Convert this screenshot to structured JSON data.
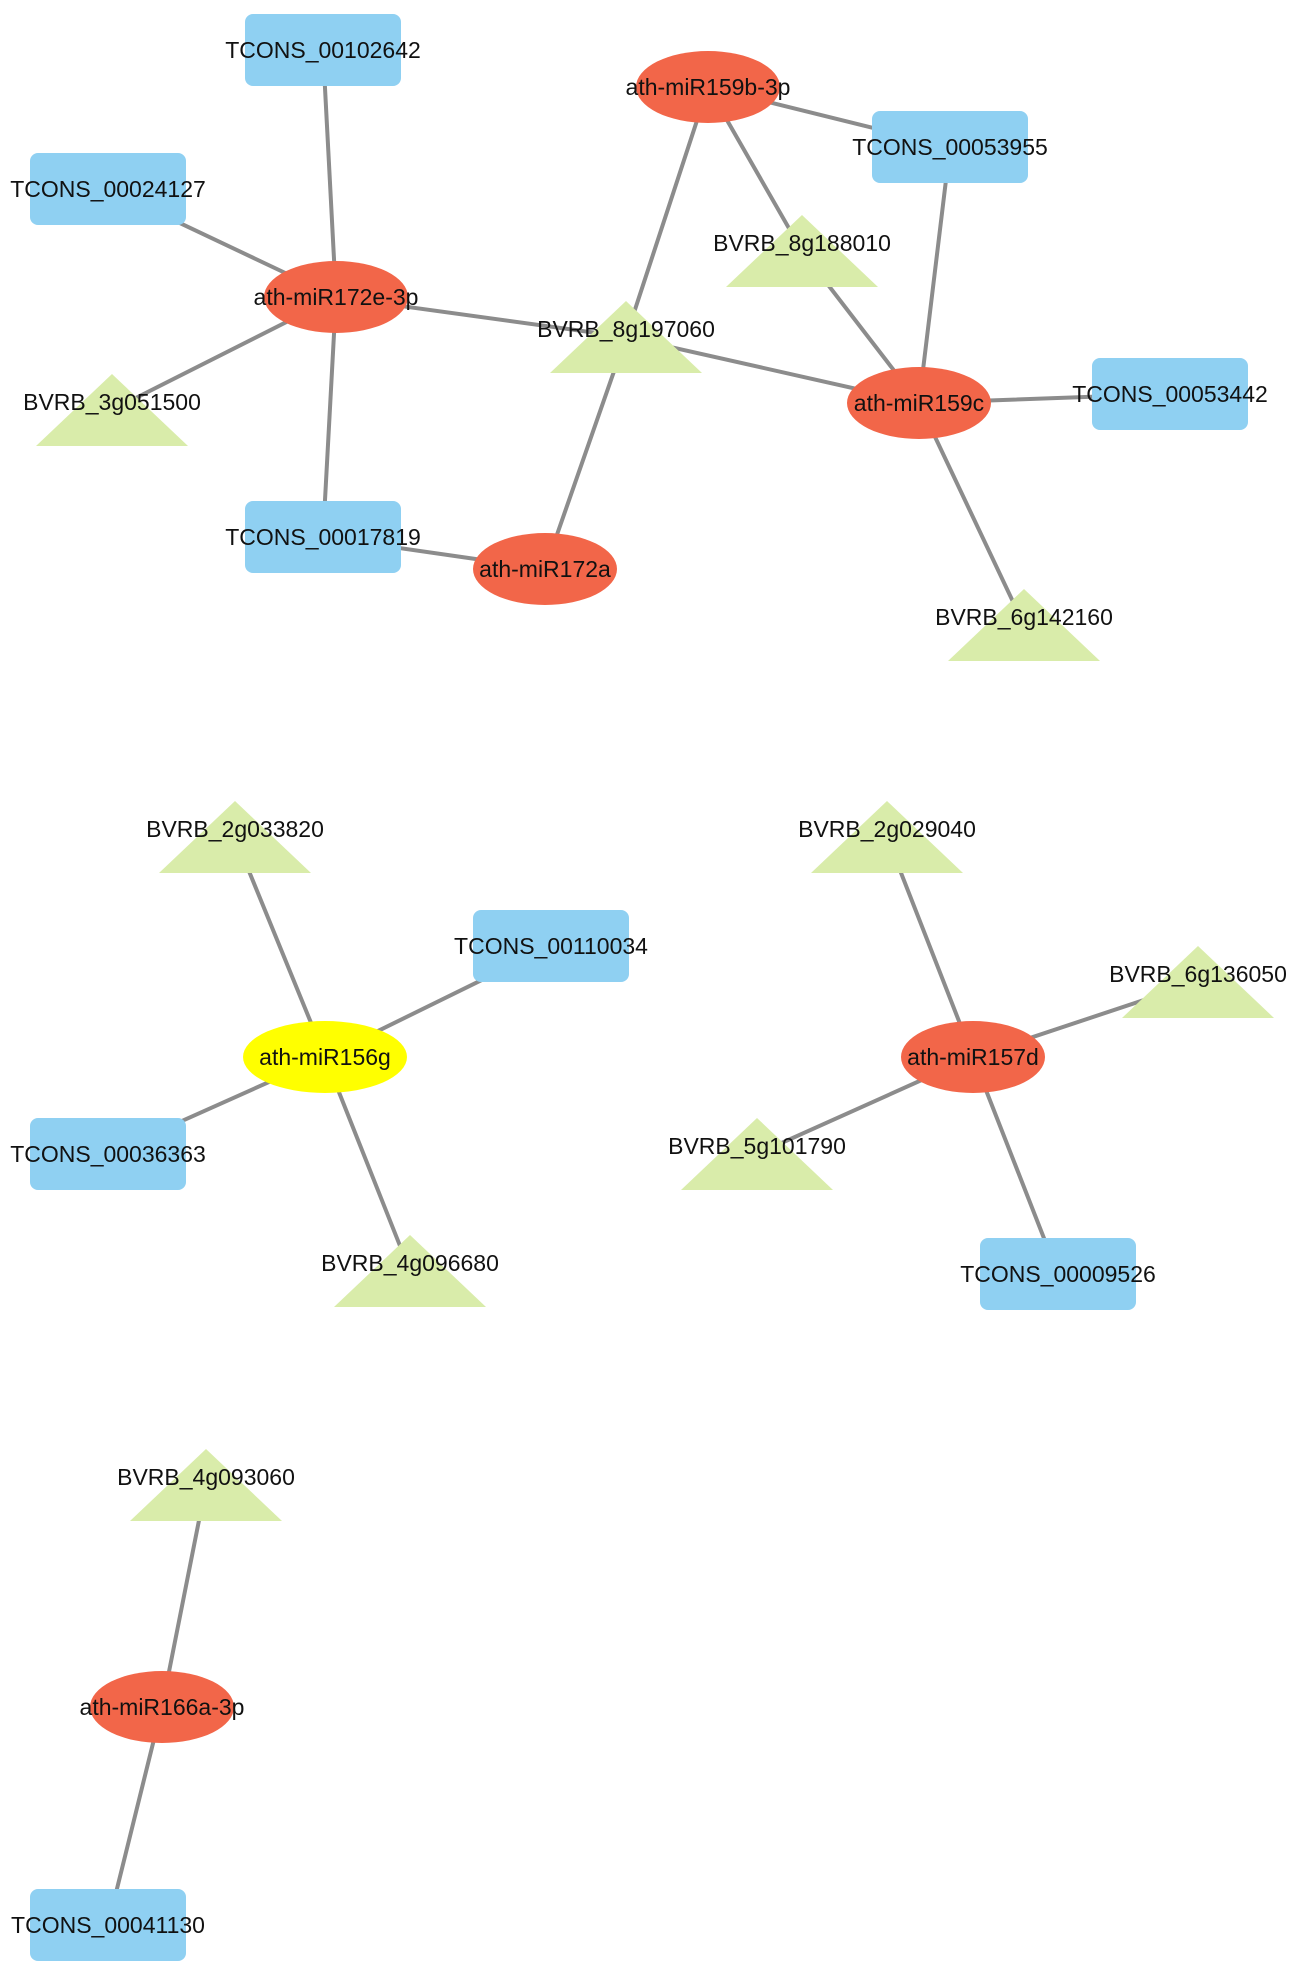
{
  "colors": {
    "mirna": "#f26649",
    "mirna_highlight": "#ffff00",
    "lncrna": "#8fd0f2",
    "gene": "#d9ecaa",
    "edge": "#8c8c8c"
  },
  "nodes": [
    {
      "id": "n1",
      "label": "TCONS_00102642",
      "type": "lncrna"
    },
    {
      "id": "n2",
      "label": "TCONS_00024127",
      "type": "lncrna"
    },
    {
      "id": "n3",
      "label": "ath-miR172e-3p",
      "type": "mirna"
    },
    {
      "id": "n4",
      "label": "BVRB_3g051500",
      "type": "gene"
    },
    {
      "id": "n5",
      "label": "TCONS_00017819",
      "type": "lncrna"
    },
    {
      "id": "n6",
      "label": "ath-miR172a",
      "type": "mirna"
    },
    {
      "id": "n7",
      "label": "BVRB_8g197060",
      "type": "gene"
    },
    {
      "id": "n8",
      "label": "ath-miR159b-3p",
      "type": "mirna"
    },
    {
      "id": "n9",
      "label": "TCONS_00053955",
      "type": "lncrna"
    },
    {
      "id": "n10",
      "label": "BVRB_8g188010",
      "type": "gene"
    },
    {
      "id": "n11",
      "label": "ath-miR159c",
      "type": "mirna"
    },
    {
      "id": "n12",
      "label": "TCONS_00053442",
      "type": "lncrna"
    },
    {
      "id": "n13",
      "label": "BVRB_6g142160",
      "type": "gene"
    },
    {
      "id": "n14",
      "label": "BVRB_2g033820",
      "type": "gene"
    },
    {
      "id": "n15",
      "label": "TCONS_00110034",
      "type": "lncrna"
    },
    {
      "id": "n16",
      "label": "ath-miR156g",
      "type": "mirna_highlight"
    },
    {
      "id": "n17",
      "label": "TCONS_00036363",
      "type": "lncrna"
    },
    {
      "id": "n18",
      "label": "BVRB_4g096680",
      "type": "gene"
    },
    {
      "id": "n19",
      "label": "BVRB_2g029040",
      "type": "gene"
    },
    {
      "id": "n20",
      "label": "BVRB_6g136050",
      "type": "gene"
    },
    {
      "id": "n21",
      "label": "ath-miR157d",
      "type": "mirna"
    },
    {
      "id": "n22",
      "label": "BVRB_5g101790",
      "type": "gene"
    },
    {
      "id": "n23",
      "label": "TCONS_00009526",
      "type": "lncrna"
    },
    {
      "id": "n24",
      "label": "BVRB_4g093060",
      "type": "gene"
    },
    {
      "id": "n25",
      "label": "ath-miR166a-3p",
      "type": "mirna"
    },
    {
      "id": "n26",
      "label": "TCONS_00041130",
      "type": "lncrna"
    }
  ],
  "edges": [
    [
      "n1",
      "n3"
    ],
    [
      "n2",
      "n3"
    ],
    [
      "n3",
      "n4"
    ],
    [
      "n3",
      "n5"
    ],
    [
      "n3",
      "n7"
    ],
    [
      "n5",
      "n6"
    ],
    [
      "n6",
      "n7"
    ],
    [
      "n7",
      "n8"
    ],
    [
      "n7",
      "n11"
    ],
    [
      "n8",
      "n9"
    ],
    [
      "n8",
      "n10"
    ],
    [
      "n10",
      "n11"
    ],
    [
      "n9",
      "n11"
    ],
    [
      "n11",
      "n12"
    ],
    [
      "n11",
      "n13"
    ],
    [
      "n14",
      "n16"
    ],
    [
      "n15",
      "n16"
    ],
    [
      "n16",
      "n17"
    ],
    [
      "n16",
      "n18"
    ],
    [
      "n19",
      "n21"
    ],
    [
      "n20",
      "n21"
    ],
    [
      "n21",
      "n22"
    ],
    [
      "n21",
      "n23"
    ],
    [
      "n24",
      "n25"
    ],
    [
      "n25",
      "n26"
    ]
  ]
}
